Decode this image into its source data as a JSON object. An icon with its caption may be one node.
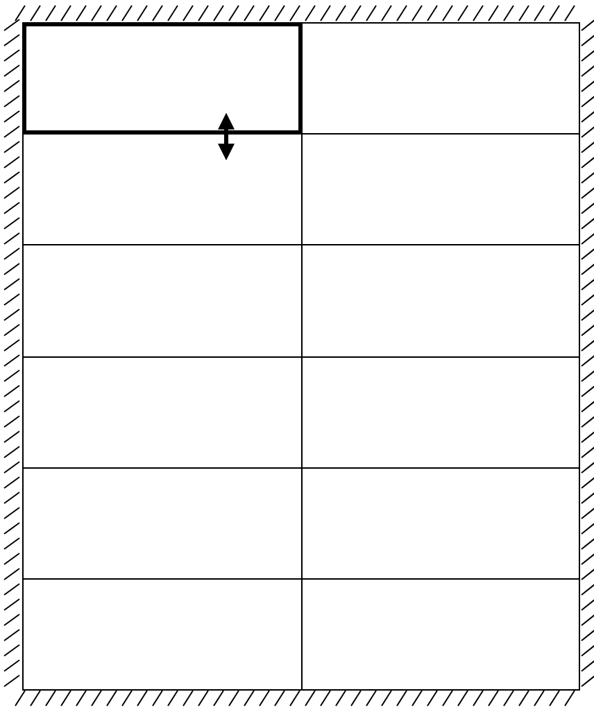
{
  "diagram": {
    "nodes": [
      {
        "text": [],
        "shape": "box"
      },
      {
        "text": [],
        "shape": "box"
      },
      {
        "text": [],
        "shape": "box"
      },
      {
        "text": [],
        "shape": "box"
      },
      {
        "text": [],
        "shape": "box"
      },
      {
        "text": [],
        "shape": "box"
      },
      {
        "text": [],
        "shape": "box"
      },
      {
        "text": [],
        "shape": "box"
      },
      {
        "text": [],
        "shape": "box"
      },
      {
        "text": [],
        "shape": "box"
      },
      {
        "text": [],
        "shape": "box"
      },
      {
        "text": [],
        "shape": "box"
      }
    ],
    "edges": [
      {
        "from": 0,
        "to": 2,
        "arrow": "both"
      }
    ]
  }
}
